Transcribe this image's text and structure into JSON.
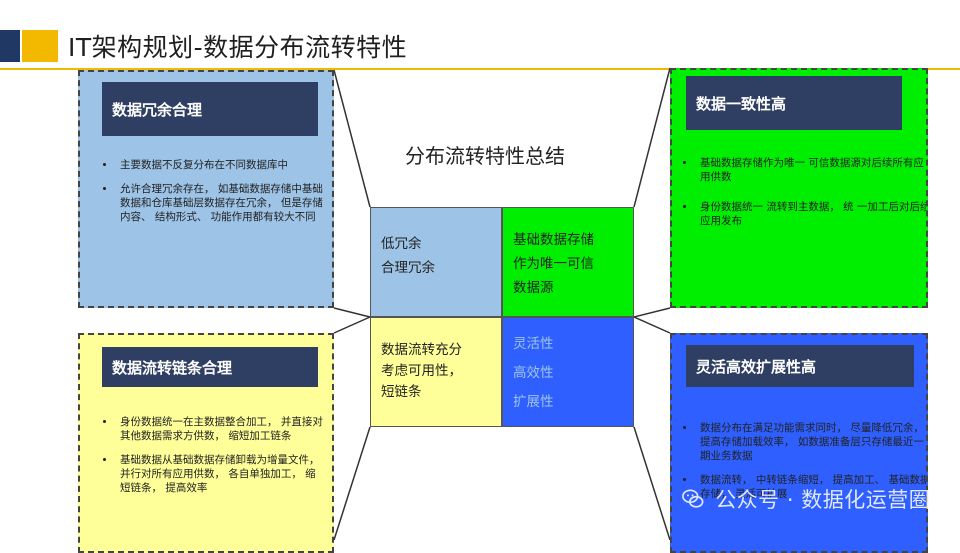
{
  "slide": {
    "title": "IT架构规划-数据分布流转特性",
    "summary_title": "分布流转特性总结"
  },
  "quadrants": {
    "top_left": {
      "header": "数据冗余合理",
      "bullets": [
        "主要数据不反复分布在不同数据库中",
        "允许合理冗余存在， 如基础数据存储中基础数据和仓库基础层数据存在冗余， 但是存储内容、 结构形式、 功能作用都有较大不同"
      ]
    },
    "top_right": {
      "header": "数据一致性高",
      "bullets": [
        "基础数据存储作为唯一 可信数据源对后续所有应用供数",
        "身份数据统一 流转到主数据， 统 一加工后对后续应用发布"
      ]
    },
    "bottom_left": {
      "header": "数据流转链条合理",
      "bullets": [
        "身份数据统一在主数据整合加工， 并直接对其他数据需求方供数， 缩短加工链条",
        "基础数据从基础数据存储卸载为增量文件， 并行对所有应用供数， 各自单独加工， 缩短链条， 提高效率"
      ]
    },
    "bottom_right": {
      "header": "灵活高效扩展性高",
      "bullets": [
        "数据分布在满足功能需求同时， 尽量降低冗余， 提高存储加载效率， 如数据准备层只存储最近一期业务数据",
        "数据流转， 中转链条缩短， 提高加工、 基础数据存储， 灵活可扩展"
      ]
    }
  },
  "summary_matrix": {
    "top_left": [
      "低冗余",
      "合理冗余"
    ],
    "top_right": [
      "基础数据存储",
      "作为唯一可信",
      "数据源"
    ],
    "bottom_left": [
      "数据流转充分",
      "考虑可用性，",
      "短链条"
    ],
    "bottom_right": [
      "灵活性",
      "高效性",
      "扩展性"
    ]
  },
  "watermark": {
    "text": "公众号 · 数据化运营圈",
    "icon": "wechat-icon"
  },
  "colors": {
    "navy": "#1f3864",
    "gold": "#f3b800",
    "light_blue": "#9dc3e6",
    "green": "#00ee00",
    "light_yellow": "#ffff99",
    "blue": "#2f60ff",
    "header_bg": "#2f3f63"
  }
}
